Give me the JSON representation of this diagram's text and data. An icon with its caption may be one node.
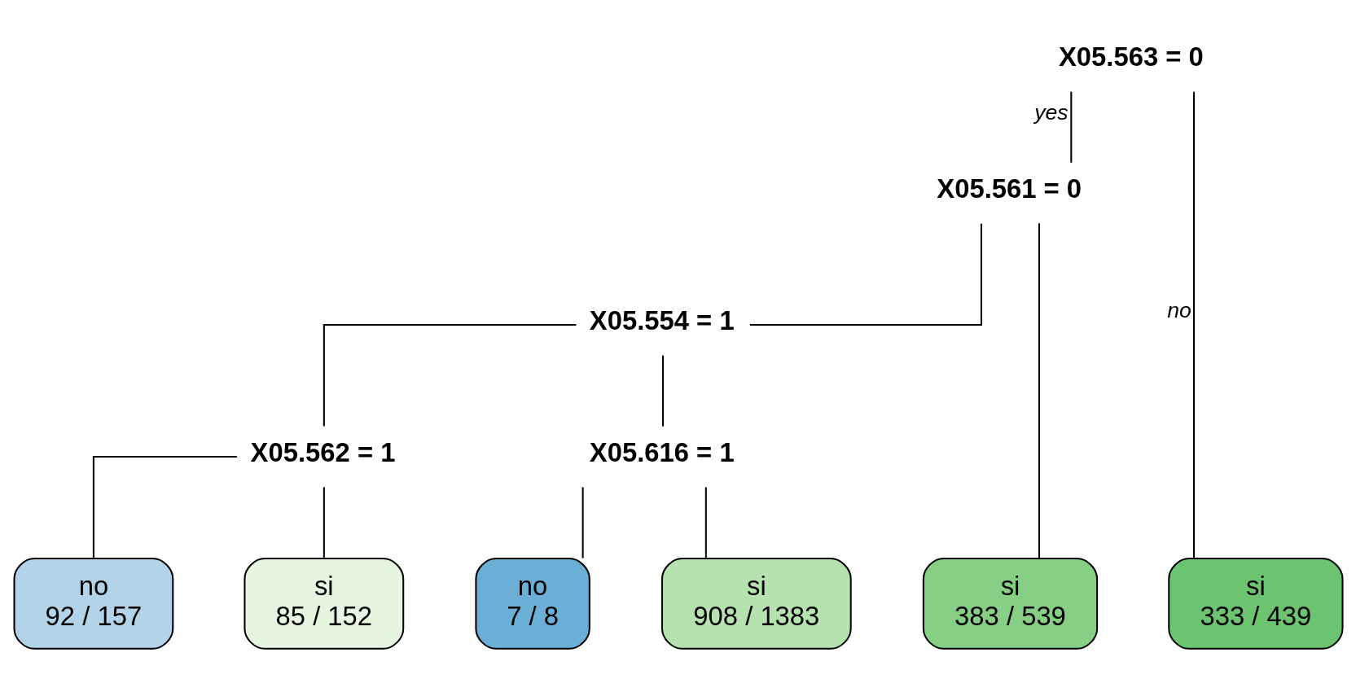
{
  "diagram": {
    "nodes": [
      {
        "text": [
          "X05.563 = 0"
        ]
      },
      {
        "text": [
          "X05.561 = 0"
        ]
      },
      {
        "text": [
          "X05.554 = 1"
        ]
      },
      {
        "text": [
          "X05.562 = 1"
        ]
      },
      {
        "text": [
          "X05.616 = 1"
        ]
      },
      {
        "text": [
          "no",
          "92 / 157"
        ]
      },
      {
        "text": [
          "si",
          "85 / 152"
        ]
      },
      {
        "text": [
          "no",
          "7 / 8"
        ]
      },
      {
        "text": [
          "si",
          "908 / 1383"
        ]
      },
      {
        "text": [
          "si",
          "383 / 539"
        ]
      },
      {
        "text": [
          "si",
          "333 / 439"
        ]
      }
    ],
    "edges": [
      {
        "from": 0,
        "to": 1,
        "arrow": "none",
        "label": "yes"
      },
      {
        "from": 0,
        "to": 10,
        "arrow": "none",
        "label": "no"
      },
      {
        "from": 1,
        "to": 2,
        "arrow": "none"
      },
      {
        "from": 1,
        "to": 9,
        "arrow": "none"
      },
      {
        "from": 2,
        "to": 3,
        "arrow": "none"
      },
      {
        "from": 2,
        "to": 4,
        "arrow": "none"
      },
      {
        "from": 3,
        "to": 5,
        "arrow": "none"
      },
      {
        "from": 3,
        "to": 6,
        "arrow": "none"
      },
      {
        "from": 4,
        "to": 7,
        "arrow": "none"
      },
      {
        "from": 4,
        "to": 8,
        "arrow": "none"
      }
    ]
  }
}
